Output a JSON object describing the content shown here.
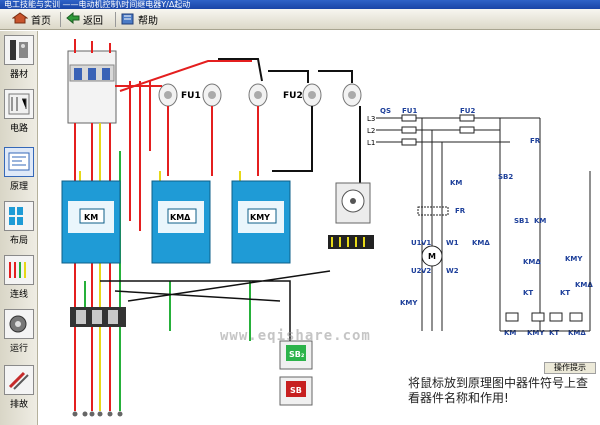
{
  "window": {
    "title": "电工技能与实训 ——电动机控制\\时间继电器Y/Δ起动"
  },
  "toolbar": {
    "home": "首页",
    "back": "返回",
    "help": "帮助"
  },
  "sidebar": [
    {
      "label": "器材",
      "icon": "equipment-icon"
    },
    {
      "label": "电路",
      "icon": "circuit-icon"
    },
    {
      "label": "原理",
      "icon": "schematic-icon"
    },
    {
      "label": "布局",
      "icon": "layout-icon"
    },
    {
      "label": "连线",
      "icon": "wiring-icon"
    },
    {
      "label": "运行",
      "icon": "run-icon"
    },
    {
      "label": "排故",
      "icon": "troubleshoot-icon"
    }
  ],
  "wiring": {
    "fuse1": "FU1",
    "fuse2": "FU2",
    "contactors": [
      "KM",
      "KMΔ",
      "KMY"
    ],
    "sb2": "SB₂",
    "sb1": "SB"
  },
  "schematic": {
    "lines": [
      "L3",
      "L2",
      "L1"
    ],
    "qs": "QS",
    "fu1": "FU1",
    "fu2": "FU2",
    "fr": "FR",
    "km": "KM",
    "sb2": "SB2",
    "sb1": "SB1",
    "kmd": "KMΔ",
    "kmy": "KMY",
    "kt": "KT",
    "motor": "M",
    "u1": "U1",
    "v1": "V1",
    "w1": "W1",
    "u2": "U2",
    "v2": "V2",
    "w2": "W2",
    "coils": [
      "KM",
      "KMY",
      "KT",
      "KMΔ"
    ]
  },
  "watermark": "www.eqishare.com",
  "hint": {
    "tab": "操作提示",
    "text": "将鼠标放到原理图中器件符号上查看器件名称和作用!"
  },
  "colors": {
    "wire_red": "#e41f1f",
    "wire_yellow": "#e6d817",
    "wire_green": "#26b03a",
    "wire_black": "#111111",
    "contactor": "#1f9bd6"
  }
}
